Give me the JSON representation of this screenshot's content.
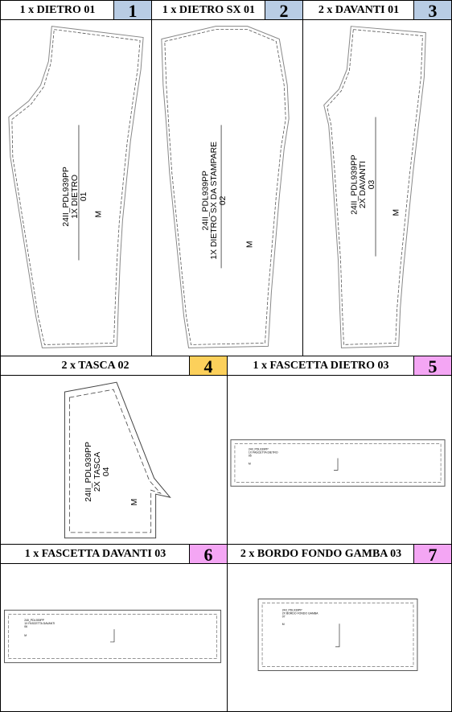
{
  "colors": {
    "blue": "#b8cce4",
    "yellow": "#fcd05b",
    "pink": "#f4a6f4"
  },
  "pieces": [
    {
      "title": "1 x DIETRO 01",
      "number": "1",
      "color": "blue",
      "labels": [
        "24II_PDL939PP",
        "1X DIETRO",
        "01"
      ],
      "size": "M"
    },
    {
      "title": "1 x DIETRO SX 01",
      "number": "2",
      "color": "blue",
      "labels": [
        "24II_PDL939PP",
        "1X DIETRO SX DA STAMPARE",
        "02"
      ],
      "size": "M"
    },
    {
      "title": "2 x DAVANTI 01",
      "number": "3",
      "color": "blue",
      "labels": [
        "24II_PDL939PP",
        "2X DAVANTI",
        "03"
      ],
      "size": "M"
    },
    {
      "title": "2 x TASCA 02",
      "number": "4",
      "color": "yellow",
      "labels": [
        "24II_PDL939PP",
        "2X TASCA",
        "04"
      ],
      "size": "M"
    },
    {
      "title": "1 x FASCETTA DIETRO 03",
      "number": "5",
      "color": "pink",
      "labels": [
        "24II_PDL939PP",
        "1X FASCETTA DIETRO",
        "05"
      ],
      "size": "M"
    },
    {
      "title": "1 x FASCETTA DAVANTI 03",
      "number": "6",
      "color": "pink",
      "labels": [
        "24II_PDL939PP",
        "1X FASCETTA DAVANTI",
        "06"
      ],
      "size": "M"
    },
    {
      "title": "2 x BORDO FONDO GAMBA 03",
      "number": "7",
      "color": "pink",
      "labels": [
        "24II_PDL939PP",
        "2X BORDO FONDO GAMBA",
        "07"
      ],
      "size": "M"
    }
  ]
}
